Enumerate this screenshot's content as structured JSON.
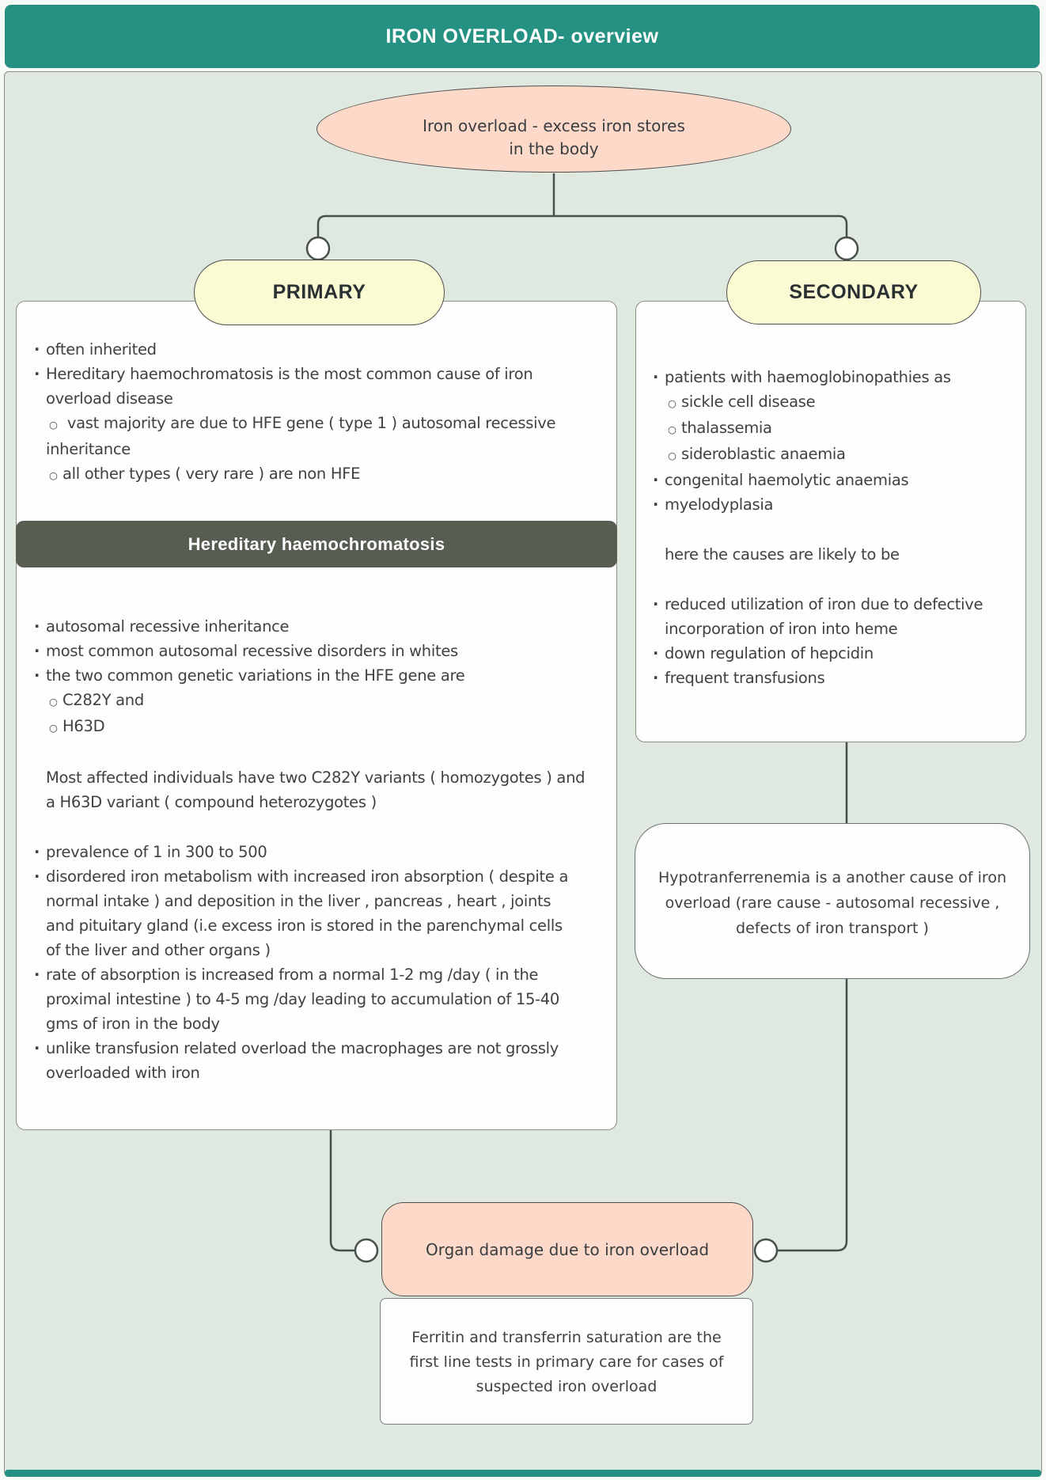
{
  "header": {
    "title": "IRON OVERLOAD- overview"
  },
  "root_node": {
    "line1": "Iron overload - excess iron stores",
    "line2": "in the body"
  },
  "branch_labels": {
    "primary": "PRIMARY",
    "secondary": "SECONDARY"
  },
  "primary": {
    "intro_items": [
      {
        "t": "dot",
        "text": "often inherited"
      },
      {
        "t": "dot",
        "text": "Hereditary haemochromatosis is the most common cause of iron"
      },
      {
        "t": "cont",
        "text": "overload disease"
      },
      {
        "t": "circle",
        "text": " vast majority are due to HFE gene ( type 1 ) autosomal recessive"
      },
      {
        "t": "cont",
        "text": "inheritance"
      },
      {
        "t": "circle",
        "text": "all other types ( very rare ) are non HFE"
      }
    ],
    "subheader": "Hereditary haemochromatosis",
    "detail_items": [
      {
        "t": "dot",
        "text": "autosomal recessive inheritance"
      },
      {
        "t": "dot",
        "text": "most common autosomal recessive disorders in whites"
      },
      {
        "t": "dot",
        "text": "the two common genetic variations in the HFE gene are"
      },
      {
        "t": "circle",
        "text": "C282Y and"
      },
      {
        "t": "circle",
        "text": "H63D"
      },
      {
        "t": "plain",
        "gap": true,
        "text": "Most affected individuals have two C282Y variants ( homozygotes ) and"
      },
      {
        "t": "cont",
        "text": "a H63D variant ( compound heterozygotes )"
      },
      {
        "t": "dot",
        "gap": true,
        "text": "prevalence of 1 in 300 to 500"
      },
      {
        "t": "dot",
        "text": "disordered iron metabolism with increased iron absorption ( despite a"
      },
      {
        "t": "cont",
        "text": "normal intake ) and deposition in the liver , pancreas , heart , joints"
      },
      {
        "t": "cont",
        "text": "and pituitary gland (i.e excess iron is stored in the parenchymal cells"
      },
      {
        "t": "cont",
        "text": "of the liver and other organs )"
      },
      {
        "t": "dot",
        "text": "rate of absorption is increased from a normal 1-2 mg /day ( in the"
      },
      {
        "t": "cont",
        "text": "proximal intestine ) to 4-5 mg /day leading to accumulation of 15-40"
      },
      {
        "t": "cont",
        "text": "gms of iron in the body"
      },
      {
        "t": "dot",
        "text": "unlike transfusion related overload the macrophages are not grossly"
      },
      {
        "t": "cont",
        "text": "overloaded with iron"
      }
    ]
  },
  "secondary": {
    "items": [
      {
        "t": "dot",
        "text": "patients with haemoglobinopathies as"
      },
      {
        "t": "circle",
        "text": "sickle cell disease"
      },
      {
        "t": "circle",
        "text": "thalassemia"
      },
      {
        "t": "circle",
        "text": "sideroblastic anaemia"
      },
      {
        "t": "dot",
        "text": "congenital haemolytic anaemias"
      },
      {
        "t": "dot",
        "text": "myelodyplasia"
      },
      {
        "t": "plain",
        "gap": true,
        "text": "here the causes are likely to be"
      },
      {
        "t": "dot",
        "gap": true,
        "text": "reduced utilization of iron due to defective"
      },
      {
        "t": "cont",
        "text": "incorporation of iron into heme"
      },
      {
        "t": "dot",
        "text": "down regulation of hepcidin"
      },
      {
        "t": "dot",
        "text": "frequent transfusions"
      }
    ]
  },
  "hypo_node": {
    "line1": "Hypotranferrenemia is a another cause of iron",
    "line2": "overload  (rare cause - autosomal recessive ,",
    "line3": "defects of iron transport )"
  },
  "organ_node": {
    "label": "Organ damage due to iron overload"
  },
  "ferritin_node": {
    "line1": "Ferritin and transferrin saturation are the",
    "line2": "first line tests in primary care for cases of",
    "line3": "suspected iron overload"
  },
  "colors": {
    "teal": "#249183",
    "background": "#dfe9e0",
    "node_pink": "#fcd9c9",
    "node_yellow": "#fbfbd3",
    "subheader_bar": "#575d50",
    "connector": "#47504a"
  }
}
